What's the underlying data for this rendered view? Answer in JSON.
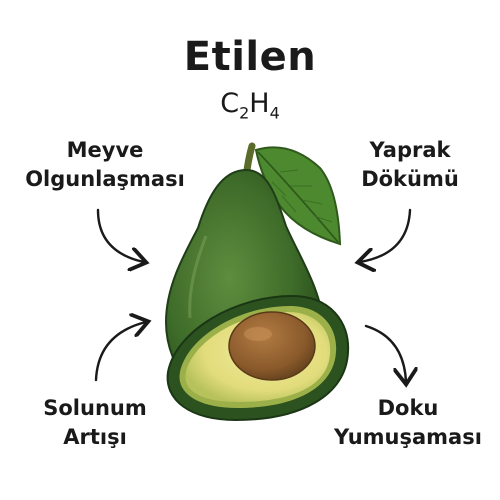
{
  "title": "Etilen",
  "formula": {
    "c": "C",
    "c_sub": "2",
    "h": "H",
    "h_sub": "4"
  },
  "labels": {
    "top_left": [
      "Meyve",
      "Olgunlaşması"
    ],
    "top_right": [
      "Yaprak",
      "Dökümü"
    ],
    "bottom_left": [
      "Solunum",
      "Artışı"
    ],
    "bottom_right": [
      "Doku",
      "Yumuşaması"
    ]
  },
  "colors": {
    "skin_dark": "#2f5a23",
    "skin_mid": "#4e7a34",
    "flesh": "#e7e28a",
    "seed": "#8a5a2b",
    "leaf": "#4d8a2f",
    "arrow": "#1a1a1a"
  }
}
